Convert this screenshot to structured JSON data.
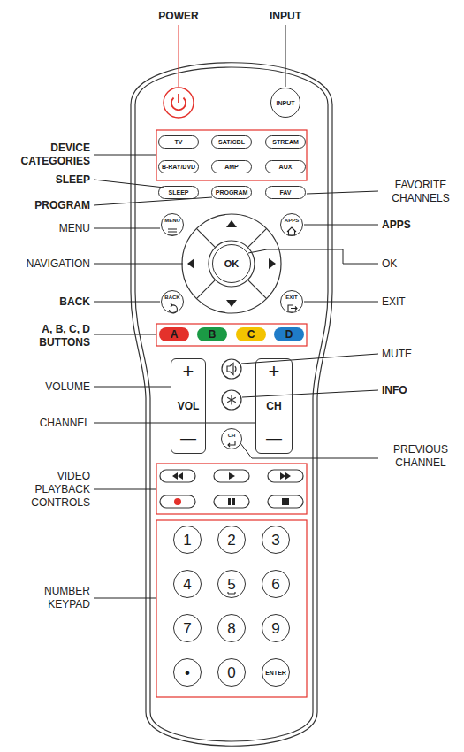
{
  "diagram": {
    "nodes": [
      {
        "text": [
          "INPUT"
        ]
      },
      {
        "text": [
          "TV"
        ]
      },
      {
        "text": [
          "SAT/CBL"
        ]
      },
      {
        "text": [
          "STREAM"
        ]
      },
      {
        "text": [
          "B-RAY/DVD"
        ]
      },
      {
        "text": [
          "AMP"
        ]
      },
      {
        "text": [
          "AUX"
        ]
      },
      {
        "text": [
          "SLEEP"
        ]
      },
      {
        "text": [
          "PROGRAM"
        ]
      },
      {
        "text": [
          "FAV"
        ]
      },
      {
        "text": [
          "MENU"
        ]
      },
      {
        "text": [
          "APPS"
        ]
      },
      {
        "text": [
          "OK"
        ]
      },
      {
        "text": [
          "BACK"
        ]
      },
      {
        "text": [
          "EXIT"
        ]
      },
      {
        "text": [
          "A"
        ]
      },
      {
        "text": [
          "B"
        ]
      },
      {
        "text": [
          "C"
        ]
      },
      {
        "text": [
          "D"
        ]
      },
      {
        "text": [
          "+",
          "VOL",
          "—"
        ]
      },
      {
        "text": [
          "+",
          "CH",
          "—"
        ]
      },
      {
        "text": [
          "CH"
        ]
      },
      {
        "text": [
          "1"
        ]
      },
      {
        "text": [
          "2"
        ]
      },
      {
        "text": [
          "3"
        ]
      },
      {
        "text": [
          "4"
        ]
      },
      {
        "text": [
          "5"
        ]
      },
      {
        "text": [
          "6"
        ]
      },
      {
        "text": [
          "7"
        ]
      },
      {
        "text": [
          "8"
        ]
      },
      {
        "text": [
          "9"
        ]
      },
      {
        "text": [
          "•"
        ]
      },
      {
        "text": [
          "0"
        ]
      },
      {
        "text": [
          "ENTER"
        ]
      }
    ],
    "labels": [
      "POWER",
      "INPUT",
      "DEVICE CATEGORIES",
      "SLEEP",
      "PROGRAM",
      "MENU",
      "NAVIGATION",
      "BACK",
      "A, B, C, D BUTTONS",
      "VOLUME",
      "CHANNEL",
      "VIDEO PLAYBACK CONTROLS",
      "NUMBER KEYPAD",
      "FAVORITE CHANNELS",
      "APPS",
      "OK",
      "EXIT",
      "MUTE",
      "INFO",
      "PREVIOUS CHANNEL"
    ]
  }
}
